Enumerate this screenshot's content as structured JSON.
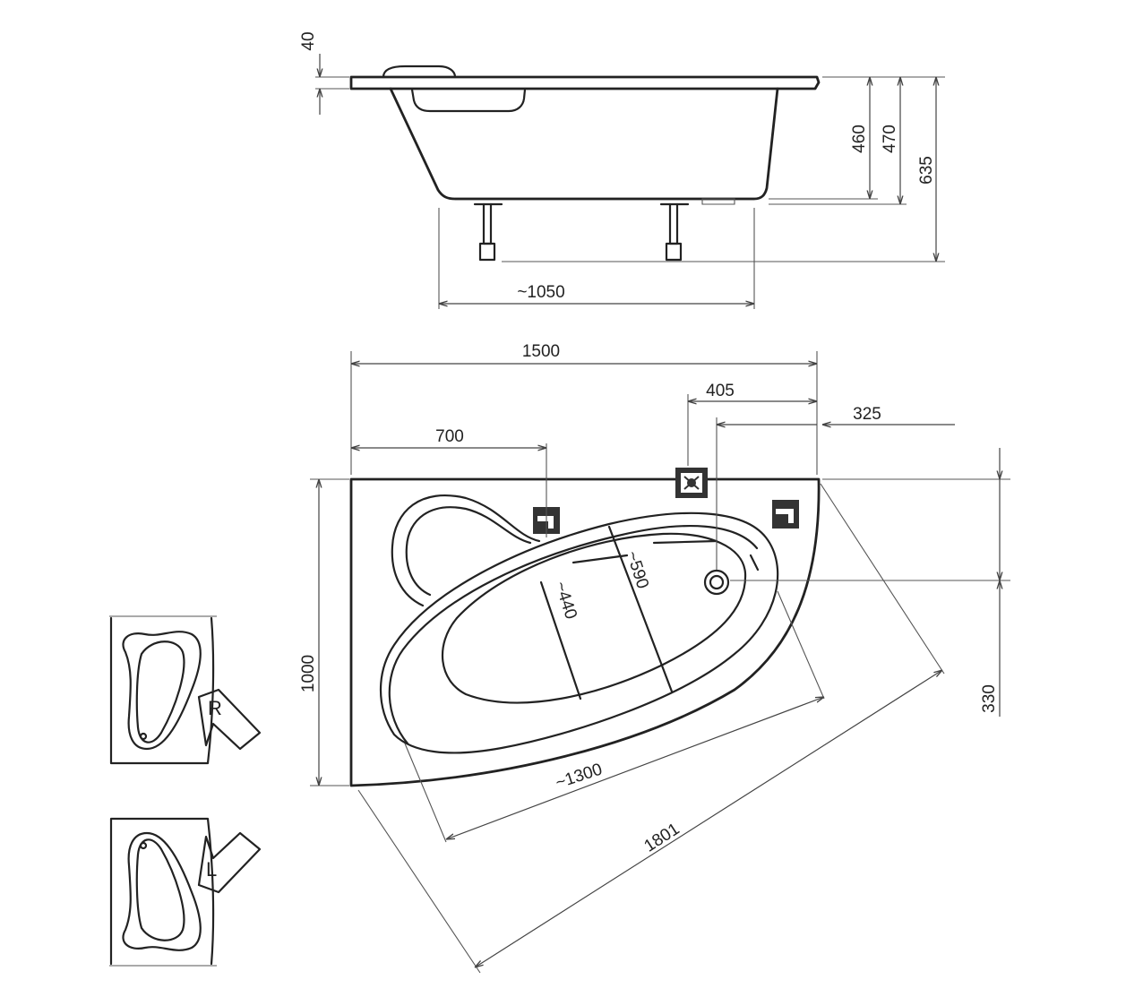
{
  "elevation": {
    "rim_thickness": "40",
    "depth_inner": "460",
    "depth_outer": "470",
    "total_height": "635",
    "leg_span": "~1050"
  },
  "plan": {
    "length": "1500",
    "width": "1000",
    "waste_offset": "405",
    "overflow_offset": "325",
    "tap_offset": "700",
    "basin_length": "~1300",
    "diagonal": "1801",
    "inner_width_1": "~440",
    "inner_width_2": "~590",
    "side_offset": "330"
  },
  "versions": {
    "right_label": "R",
    "left_label": "L"
  }
}
